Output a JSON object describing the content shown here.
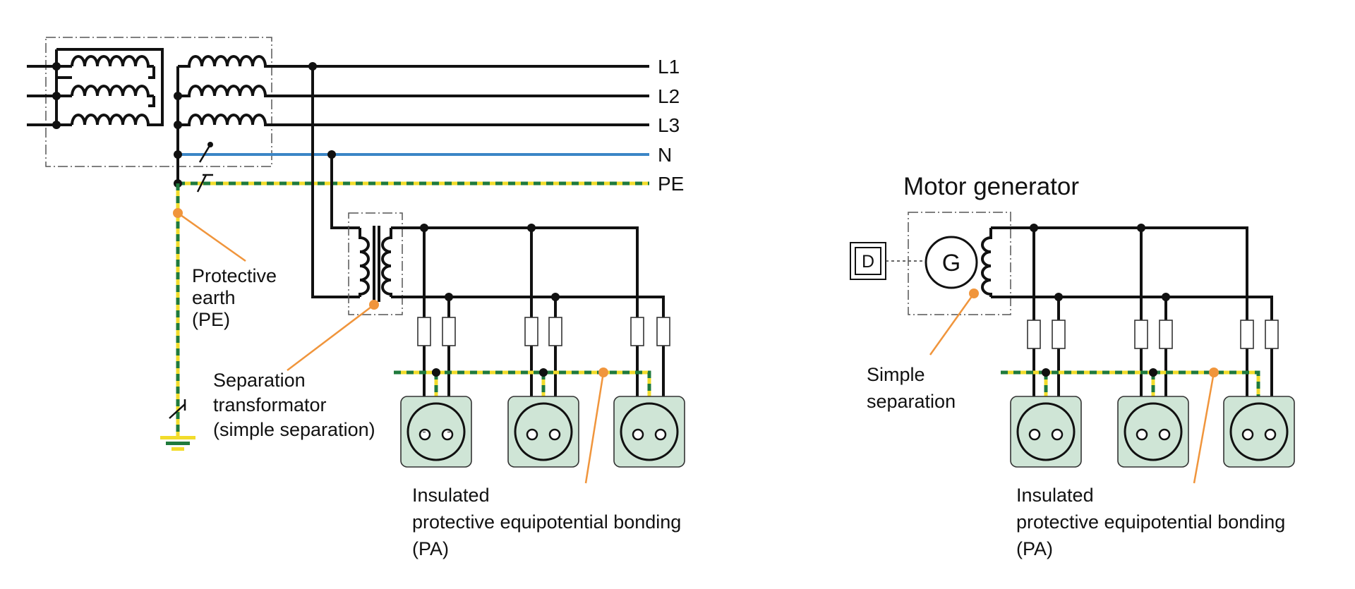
{
  "colors": {
    "wire": "#111111",
    "neutral": "#3b86c6",
    "pe_green": "#1f7a3c",
    "pe_yellow": "#f2dc2b",
    "leader": "#f0953c",
    "socket_fill": "#cfe5d6",
    "frame": "#555555"
  },
  "left": {
    "bus_labels": [
      "L1",
      "L2",
      "L3",
      "N",
      "PE"
    ],
    "pe_note": [
      "Protective",
      "earth",
      "(PE)"
    ],
    "transformer_note": [
      "Separation",
      "transformator",
      "(simple separation)"
    ],
    "bonding_note": [
      "Insulated",
      "protective equipotential bonding",
      "(PA)"
    ]
  },
  "right": {
    "title": "Motor generator",
    "drive_label": "D",
    "generator_label": "G",
    "separation_note": [
      "Simple",
      "separation"
    ],
    "bonding_note": [
      "Insulated",
      "protective equipotential bonding",
      "(PA)"
    ]
  },
  "icons": {
    "winding": "inductor-coil-icon",
    "switch": "switch-icon",
    "fuse": "fuse-icon",
    "socket": "schuko-socket-icon",
    "earth": "earth-ground-icon",
    "generator": "generator-icon",
    "motor": "motor-box-icon"
  }
}
